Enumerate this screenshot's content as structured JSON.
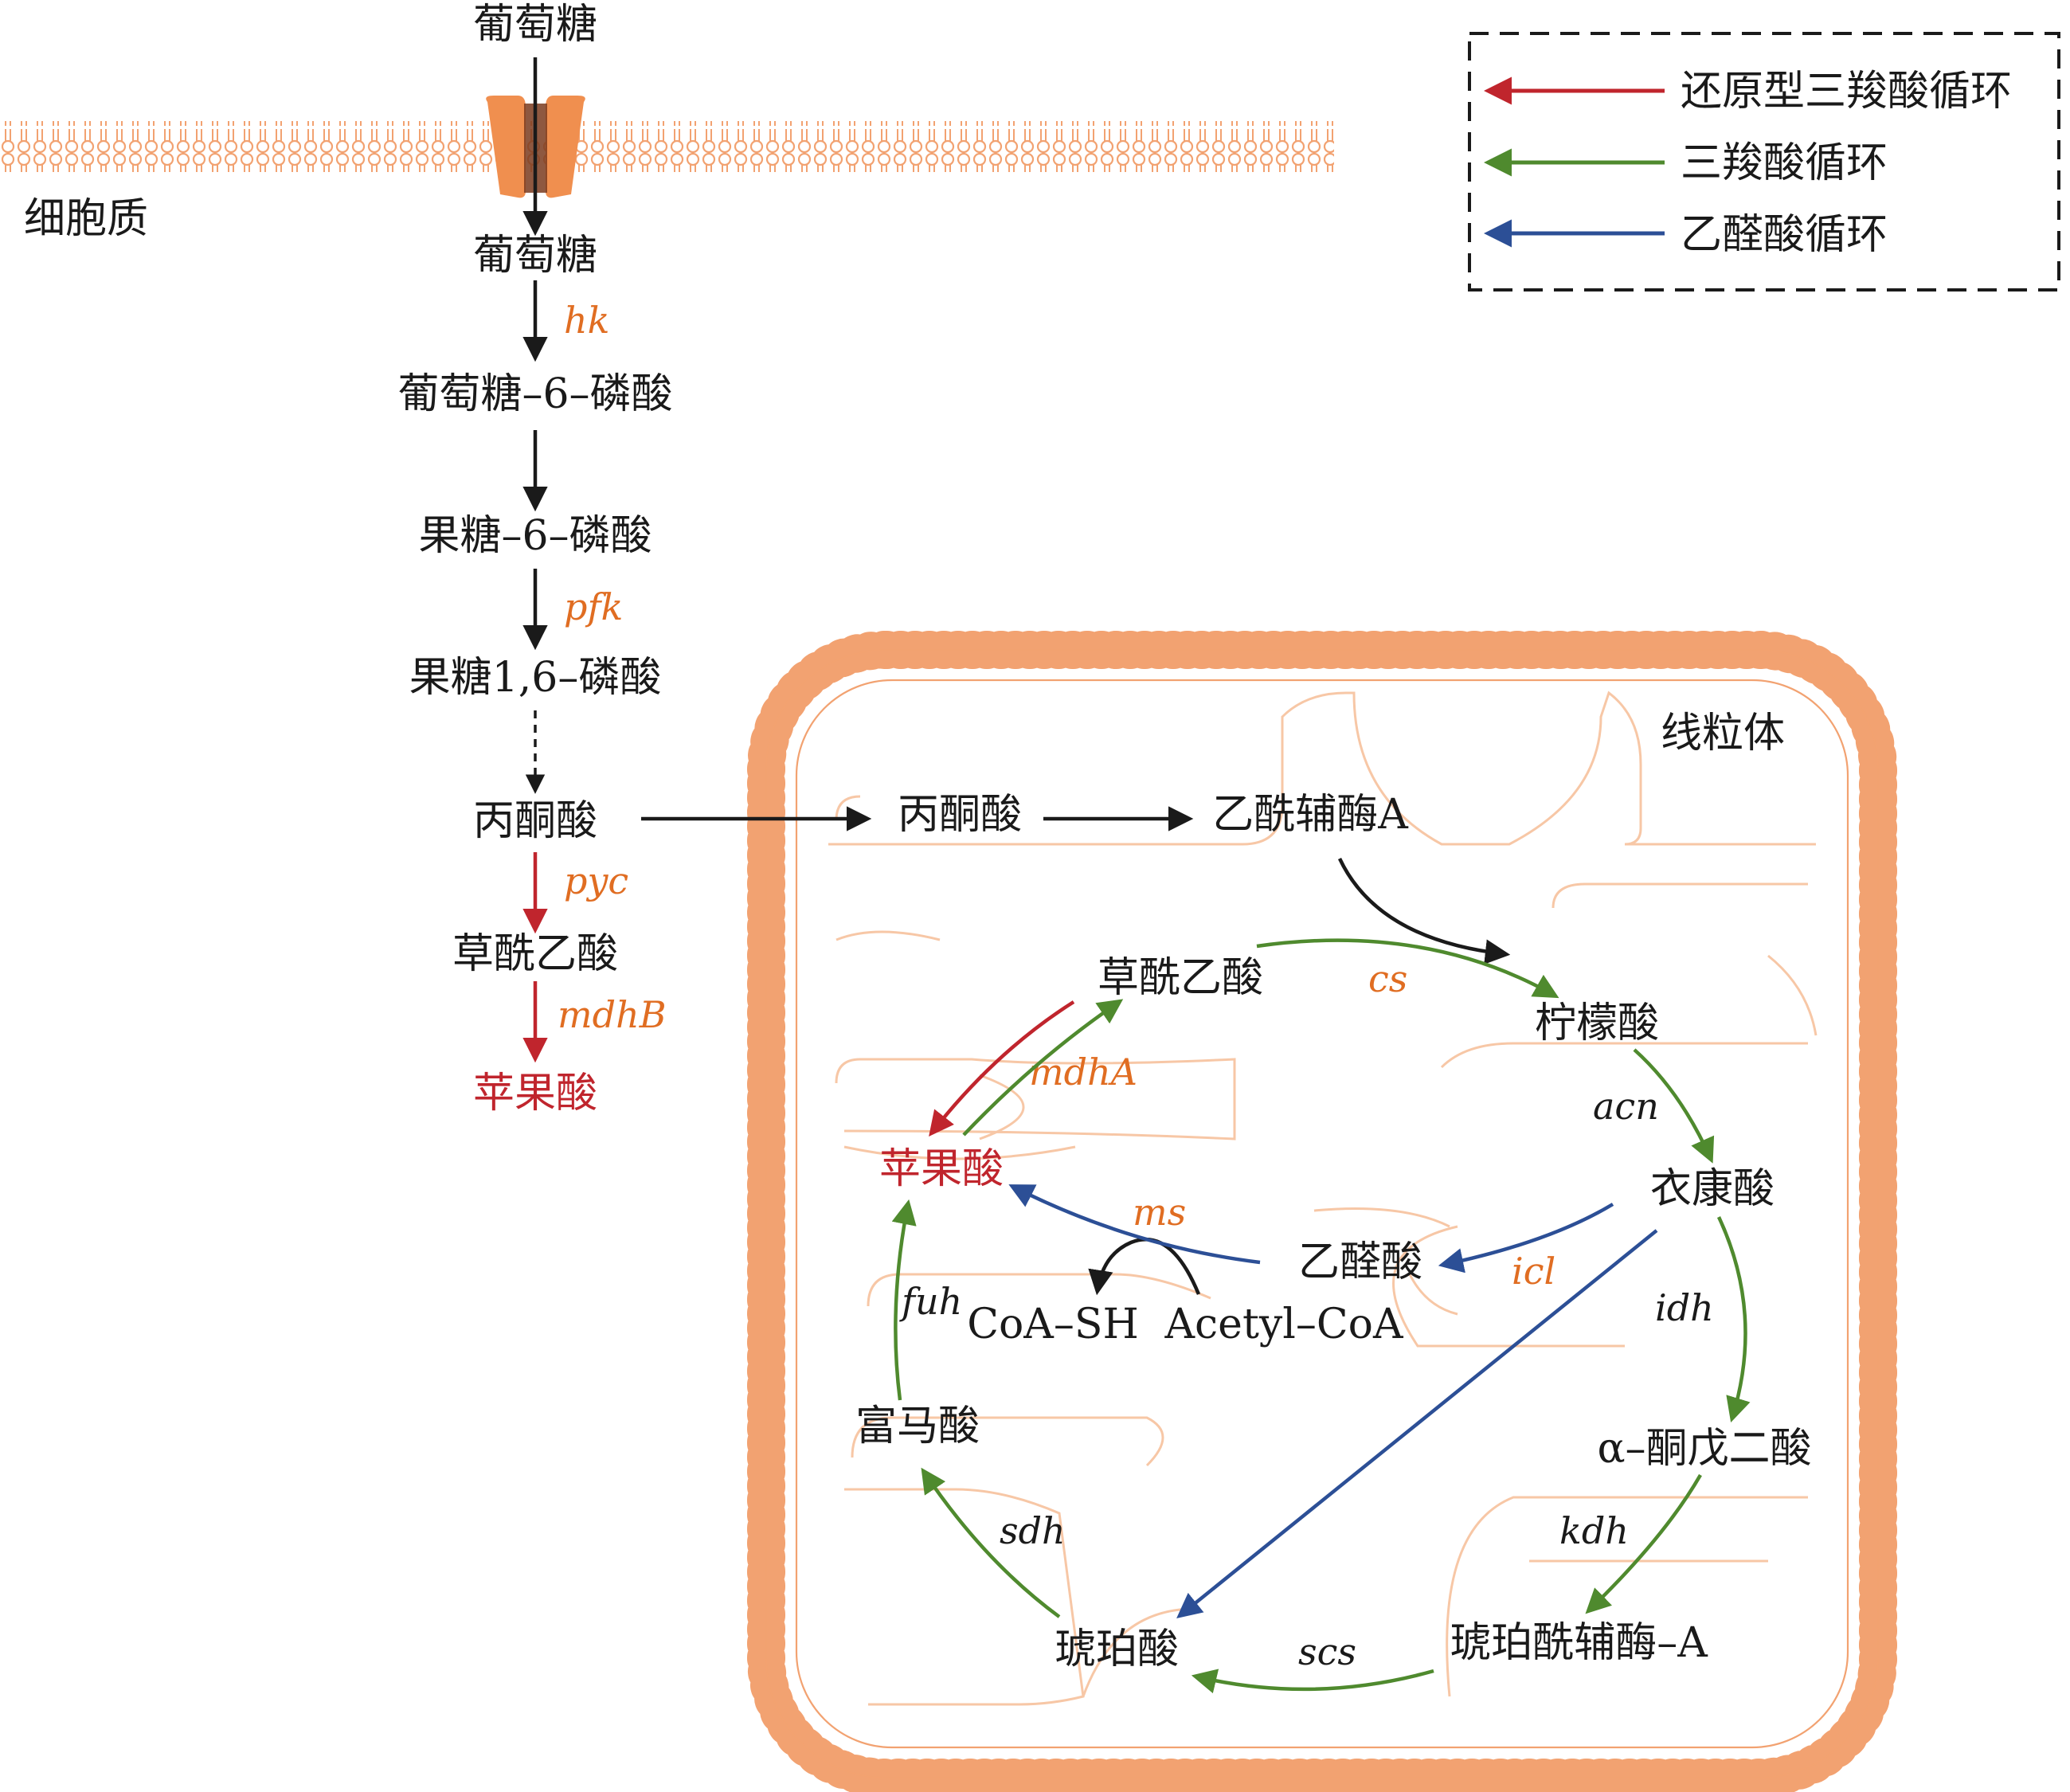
{
  "colors": {
    "reductive_tca": "#c0252d",
    "tca": "#4f8a2e",
    "glyoxylate": "#2c4f96",
    "enzyme": "#e06d22",
    "membrane": "#f2a271",
    "transporter": "#f08f4f"
  },
  "legend": {
    "reductive_tca": "还原型三羧酸循环",
    "tca": "三羧酸循环",
    "glyoxylate": "乙醛酸循环"
  },
  "cytoplasm": {
    "label": "细胞质",
    "glucose_out": "葡萄糖",
    "glucose_in": "葡萄糖",
    "g6p": "葡萄糖–6–磷酸",
    "f6p": "果糖–6–磷酸",
    "fbp": "果糖1,6–磷酸",
    "pyruvate": "丙酮酸",
    "oxaloacetate": "草酰乙酸",
    "malate": "苹果酸",
    "enzymes": {
      "hk": "hk",
      "pfk": "pfk",
      "pyc": "pyc",
      "mdhB": "mdhB"
    }
  },
  "mitochondrion": {
    "label": "线粒体",
    "pyruvate": "丙酮酸",
    "acetyl_coa_cn": "乙酰辅酶A",
    "oxaloacetate": "草酰乙酸",
    "citrate": "柠檬酸",
    "isocitrate": "衣康酸",
    "akg": "α–酮戊二酸",
    "succinyl_coa": "琥珀酰辅酶–A",
    "succinate": "琥珀酸",
    "fumarate": "富马酸",
    "malate": "苹果酸",
    "glyoxylate": "乙醛酸",
    "coa_sh": "CoA–SH",
    "acetyl_coa": "Acetyl–CoA",
    "enzymes": {
      "cs": "cs",
      "acn": "acn",
      "idh": "idh",
      "kdh": "kdh",
      "scs": "scs",
      "sdh": "sdh",
      "fuh": "fuh",
      "mdhA": "mdhA",
      "ms": "ms",
      "icl": "icl"
    }
  }
}
